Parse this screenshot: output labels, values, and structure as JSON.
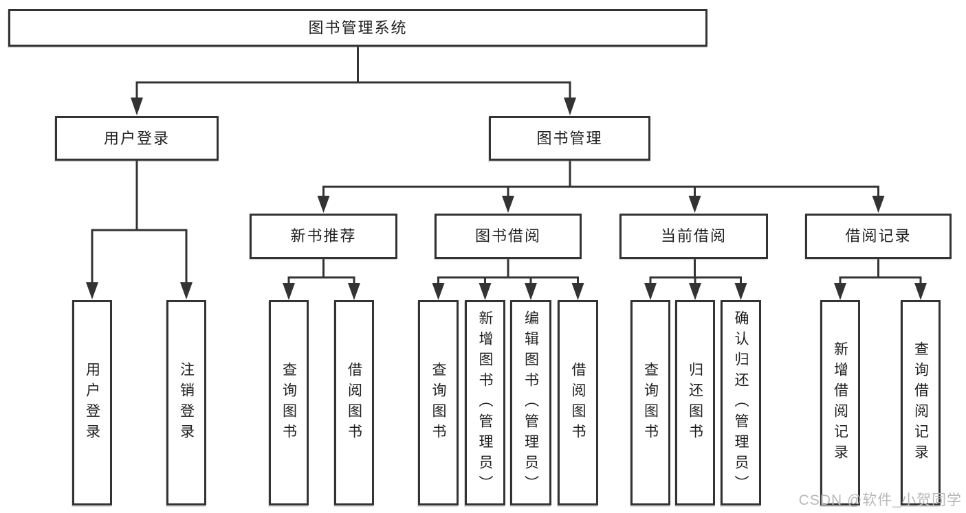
{
  "colors": {
    "line": "#333333",
    "box_border": "#333333",
    "box_fill": "#ffffff",
    "text": "#1f1f1f",
    "watermark": "#b9b9b9"
  },
  "tree": {
    "label": "图书管理系统",
    "children": [
      {
        "label": "用户登录",
        "children": [
          {
            "label": "用户登录"
          },
          {
            "label": "注销登录"
          }
        ]
      },
      {
        "label": "图书管理",
        "children": [
          {
            "label": "新书推荐",
            "children": [
              {
                "label": "查询图书"
              },
              {
                "label": "借阅图书"
              }
            ]
          },
          {
            "label": "图书借阅",
            "children": [
              {
                "label": "查询图书"
              },
              {
                "label": "新增图书（管理员）"
              },
              {
                "label": "编辑图书（管理员）"
              },
              {
                "label": "借阅图书"
              }
            ]
          },
          {
            "label": "当前借阅",
            "children": [
              {
                "label": "查询图书"
              },
              {
                "label": "归还图书"
              },
              {
                "label": "确认归还（管理员）"
              }
            ]
          },
          {
            "label": "借阅记录",
            "children": [
              {
                "label": "新增借阅记录"
              },
              {
                "label": "查询借阅记录"
              }
            ]
          }
        ]
      }
    ]
  },
  "watermark": {
    "text": "CSDN @软件_小贺同学"
  }
}
